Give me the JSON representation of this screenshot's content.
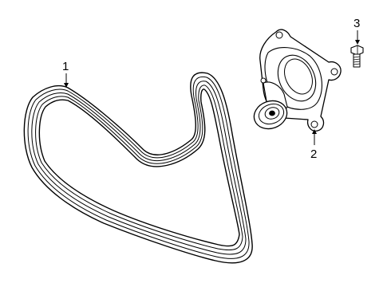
{
  "callouts": [
    {
      "id": "1",
      "label": "1",
      "part": "serpentine-belt"
    },
    {
      "id": "2",
      "label": "2",
      "part": "belt-tensioner"
    },
    {
      "id": "3",
      "label": "3",
      "part": "tensioner-bolt"
    }
  ],
  "colors": {
    "line": "#000000",
    "background": "#ffffff"
  }
}
